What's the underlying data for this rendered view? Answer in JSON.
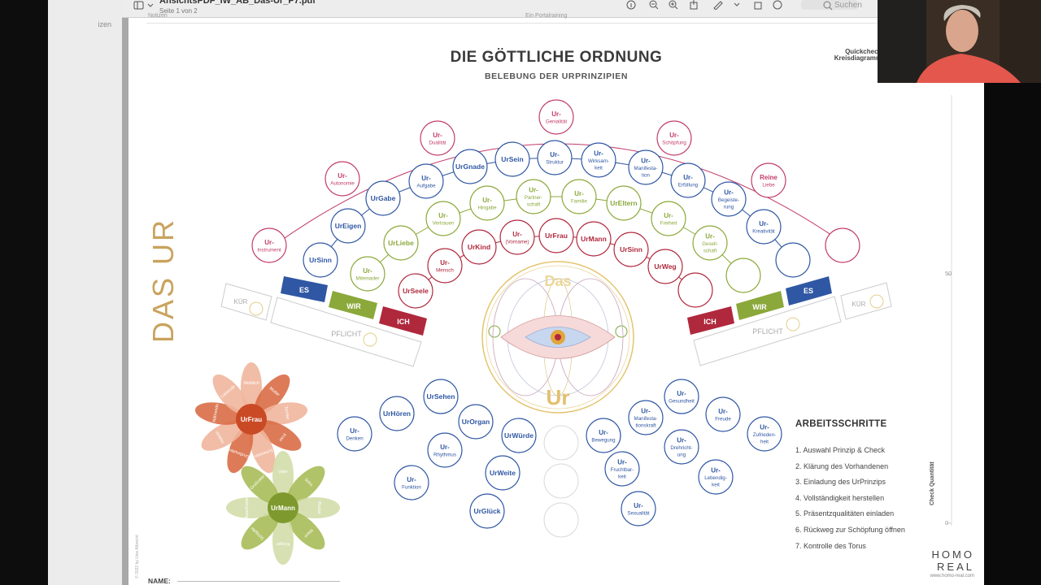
{
  "sidebar": {
    "label": "izen"
  },
  "toolbar": {
    "file_name": "AnsichtsPDF_IW_AB_Das-Ur_P7.pdf",
    "page_info": "Seite 1 von 2",
    "search_placeholder": "Suchen"
  },
  "doc": {
    "top_left": "Notizen",
    "top_center": "Ein Portalraining",
    "title": "DIE GÖTTLICHE ORDNUNG",
    "subtitle": "BELEBUNG DER URPRINZIPIEN",
    "quickcheck": "Quickcheck",
    "kreisdiagramm": "Kreisdiagramm",
    "vertical_logo": "DAS UR",
    "das": "Das",
    "ur": "Ur",
    "labels": {
      "es": "ES",
      "wir": "WIR",
      "ich": "ICH",
      "kuer": "KÜR",
      "pflicht": "PFLICHT"
    },
    "arc_outer": [
      [
        "Ur-",
        "Instrument"
      ],
      [
        "Ur-",
        "Autonomie"
      ],
      [
        "Ur-",
        "Dualität"
      ],
      [
        "Ur-",
        "Genialität"
      ],
      [
        "Ur-",
        "Schöpfung"
      ],
      [
        "Reine",
        "Liebe"
      ],
      [
        ""
      ]
    ],
    "arc_blue": [
      [
        "UrSinn"
      ],
      [
        "UrEigen"
      ],
      [
        "UrGabe"
      ],
      [
        "Ur-",
        "Aufgabe"
      ],
      [
        "UrGnade"
      ],
      [
        "UrSein"
      ],
      [
        "Ur-",
        "Struktur"
      ],
      [
        "Ur-",
        "Wirksam-",
        "keit"
      ],
      [
        "Ur-",
        "Manifesta-",
        "tion"
      ],
      [
        "Ur-",
        "Erfüllung"
      ],
      [
        "Ur-",
        "Begeiste-",
        "rung"
      ],
      [
        "Ur-",
        "Kreativität"
      ],
      [
        ""
      ]
    ],
    "arc_green": [
      [
        "Ur-",
        "Miteinader"
      ],
      [
        "UrLiebe"
      ],
      [
        "Ur-",
        "Vertrauen"
      ],
      [
        "Ur-",
        "Hingabe"
      ],
      [
        "Ur-",
        "Partner-",
        "schaft"
      ],
      [
        "Ur-",
        "Familie"
      ],
      [
        "UrEltern"
      ],
      [
        "Ur-",
        "Freiheit"
      ],
      [
        "Ur-",
        "Gesell-",
        "schaft"
      ],
      [
        ""
      ]
    ],
    "arc_red": [
      [
        "UrSeele"
      ],
      [
        "Ur-",
        "Mensch"
      ],
      [
        "UrKind"
      ],
      [
        "Ur-",
        "(Vorname)"
      ],
      [
        "UrFrau"
      ],
      [
        "UrMann"
      ],
      [
        "UrSinn"
      ],
      [
        "UrWeg"
      ],
      [
        ""
      ]
    ],
    "lower_left": [
      [
        "Ur-",
        "Denken"
      ],
      [
        "UrHören"
      ],
      [
        "UrSehen"
      ],
      [
        "Ur-",
        "Rhythmus"
      ],
      [
        "UrOrgan"
      ],
      [
        "Ur-",
        "Funktion"
      ],
      [
        "UrWeite"
      ],
      [
        "UrWürde"
      ],
      [
        "UrGlück"
      ]
    ],
    "lower_right": [
      [
        "Ur-",
        "Bewegung"
      ],
      [
        "Ur-",
        "Manifesta-",
        "tionskraft"
      ],
      [
        "Ur-",
        "Gesundheit"
      ],
      [
        "Ur-",
        "Frucht­bar-",
        "keit"
      ],
      [
        "Ur-",
        "Drehricht-",
        "ung"
      ],
      [
        "Ur-",
        "Freude"
      ],
      [
        "Ur-",
        "Sexualität"
      ],
      [
        "Ur-",
        "Lebendig-",
        "keit"
      ],
      [
        "Ur-",
        "Zufrieden-",
        "heit"
      ]
    ],
    "flower_frau": {
      "center": "UrFrau",
      "petals": [
        "Weiblich",
        "Mutter",
        "Tochter",
        "Frau",
        "Schwester",
        "Großmutter",
        "Hüterin",
        "Nährende",
        "Liebende"
      ]
    },
    "flower_mann": {
      "center": "UrMann",
      "petals": [
        "Vater",
        "Sohn",
        "Bruder",
        "Mann",
        "Krieger",
        "Schöpfer",
        "Beschützer",
        "Großvater"
      ]
    },
    "steps_title": "ARBEITSSCHRITTE",
    "steps": [
      "1.  Auswahl Prinzip & Check",
      "2.  Klärung des Vorhandenen",
      "3.  Einladung des UrPrinzips",
      "4.  Vollständigkeit herstellen",
      "5.  Präsentzqualitäten einladen",
      "6.  Rückweg zur Schöpfung öffnen",
      "7.  Kontrolle des Torus"
    ],
    "scale_top": "50",
    "scale_bottom": "0",
    "check_quantitaet": "Check Quantität",
    "name_label": "NAME:",
    "brand": "HOMO REAL",
    "brand_url": "www.homo-real.com",
    "copyright": "© 2022 by Uwe Albrecht"
  },
  "colors": {
    "red": "#b0283c",
    "blue": "#2f57a3",
    "green": "#8ba83a",
    "pink": "#c23c6a",
    "gold": "#d8b35a"
  }
}
